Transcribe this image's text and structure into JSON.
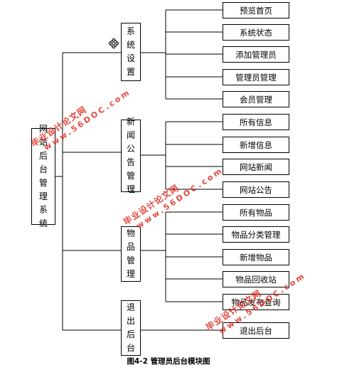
{
  "diagram": {
    "root": {
      "label": "网站后台管理系统"
    },
    "modules": [
      {
        "label": "系统设置",
        "children": [
          "预览首页",
          "系统状态",
          "添加管理员",
          "管理员管理",
          "会员管理"
        ]
      },
      {
        "label": "新闻公告管理",
        "children": [
          "所有信息",
          "新增信息",
          "网站新闻",
          "网站公告"
        ]
      },
      {
        "label": "物品管理",
        "children": [
          "所有物品",
          "物品分类管理",
          "新增物品",
          "物品回收站",
          "物品发布查询"
        ]
      },
      {
        "label": "退出后台",
        "children": [
          "退出后台"
        ]
      }
    ],
    "caption": "图4-2 管理员后台模块图"
  },
  "watermark": {
    "line1": "毕业设计论文网",
    "line2": "www.56DOC.com",
    "color": "#e0261b"
  },
  "icons": {
    "cursor": "move-cursor-icon"
  }
}
